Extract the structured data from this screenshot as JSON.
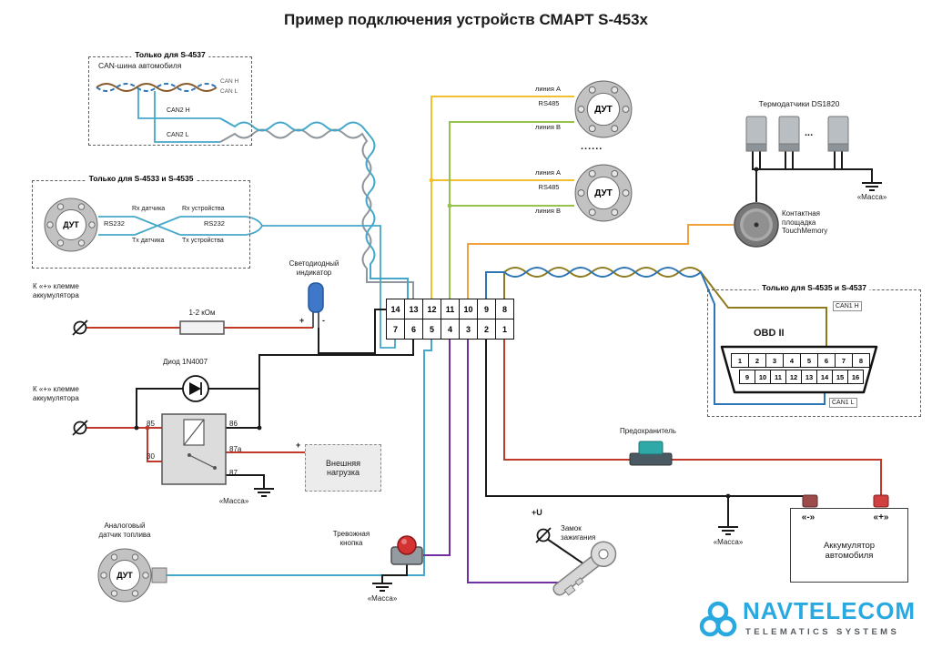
{
  "title": "Пример подключения устройств СМАРТ S-453x",
  "can_box": {
    "title": "Только для S-4537",
    "label": "CAN-шина автомобиля",
    "can_h": "CAN H",
    "can_l": "CAN L",
    "can2_h": "CAN2 H",
    "can2_l": "CAN2 L"
  },
  "rs232_box": {
    "title": "Только для S-4533 и S-4535",
    "dut": "ДУТ",
    "rs232_sensor": "RS232",
    "rs232_device": "RS232",
    "rx_sensor": "Rx датчика",
    "tx_sensor": "Tx датчика",
    "rx_device": "Rx устройства",
    "tx_device": "Tx устройства"
  },
  "connector": {
    "top_row": [
      "14",
      "13",
      "12",
      "11",
      "10",
      "9",
      "8"
    ],
    "bottom_row": [
      "7",
      "6",
      "5",
      "4",
      "3",
      "2",
      "1"
    ]
  },
  "led": {
    "line1": "Светодиодный",
    "line2": "индикатор",
    "plus": "+",
    "minus": "-"
  },
  "power_terminal": {
    "line1": "К «+» клемме",
    "line2": "аккумулятора"
  },
  "resistor_label": "1-2 кОм",
  "diode_label": "Диод 1N4007",
  "relay": {
    "p85": "85",
    "p86": "86",
    "p30": "30",
    "p87a": "87a",
    "p87": "87",
    "plus": "+"
  },
  "ext_load": {
    "line1": "Внешняя",
    "line2": "нагрузка"
  },
  "massa": "«Масса»",
  "dut_rs485": {
    "line_a": "линия A",
    "rs485": "RS485",
    "line_b": "линия B",
    "dut": "ДУТ",
    "dots": "......"
  },
  "thermo": {
    "label": "Термодатчики DS1820",
    "dots": "..."
  },
  "touch_memory": {
    "line1": "Контактная",
    "line2": "площадка",
    "line3": "TouchMemory"
  },
  "obd_box": {
    "title": "Только для S-4535 и S-4537",
    "label": "OBD II",
    "can1_h": "CAN1 H",
    "can1_l": "CAN1 L",
    "pins_top": [
      "1",
      "2",
      "3",
      "4",
      "5",
      "6",
      "7",
      "8"
    ],
    "pins_bottom": [
      "9",
      "10",
      "11",
      "12",
      "13",
      "14",
      "15",
      "16"
    ]
  },
  "fuse_label": "Предохранитель",
  "battery": {
    "minus": "«-»",
    "plus": "«+»",
    "line1": "Аккумулятор",
    "line2": "автомобиля"
  },
  "fuel_sensor": {
    "line1": "Аналоговый",
    "line2": "датчик топлива",
    "dut": "ДУТ"
  },
  "alarm_button": {
    "line1": "Тревожная",
    "line2": "кнопка"
  },
  "ignition": {
    "u": "+U",
    "line1": "Замок",
    "line2": "зажигания"
  },
  "logo": {
    "name": "NAVTELECOM",
    "tagline": "TELEMATICS SYSTEMS"
  },
  "colors": {
    "wire_cyan": "#45a7c9",
    "wire_gray": "#8f969c",
    "wire_brown": "#8a5a2a",
    "wire_blue": "#2e75b6",
    "wire_yellow": "#f0c030",
    "wire_green": "#97c24e",
    "wire_orange": "#f2a23c",
    "wire_purple": "#7030a0",
    "wire_red": "#c0392b",
    "wire_black": "#1a1a1a",
    "wire_olive": "#8f7a1e",
    "fuse_teal": "#2fa8a8",
    "logo_cyan": "#2aa9e0"
  }
}
